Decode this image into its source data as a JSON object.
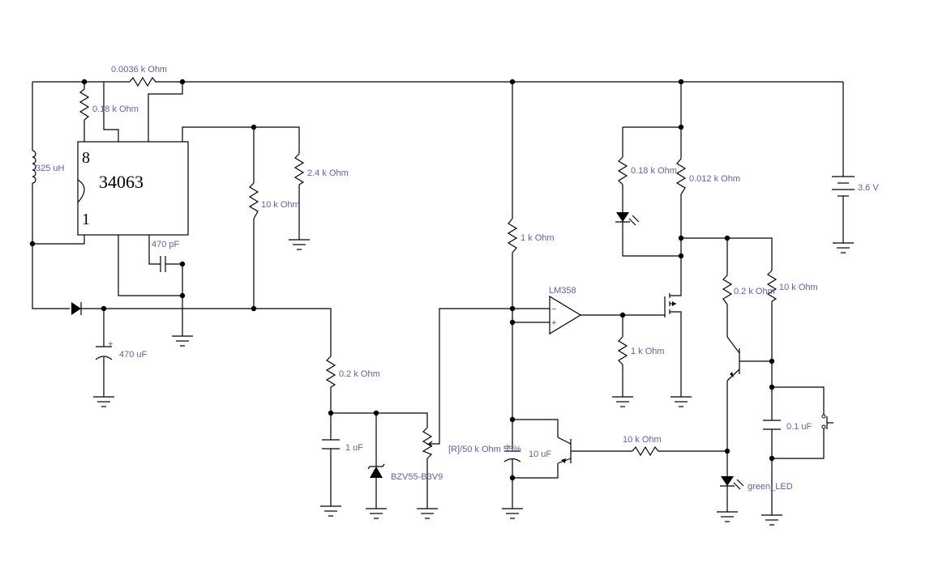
{
  "ic": {
    "part": "34063",
    "pin_top": "8",
    "pin_bottom": "1"
  },
  "labels": {
    "r_sense": "0.0036 k Ohm",
    "r_018_left": "0.18 k Ohm",
    "inductor": "325 uH",
    "cap_timing": "470 pF",
    "r_10k_fb": "10 k Ohm",
    "r_24k": "2.4 k Ohm",
    "cap_out": "470 uF",
    "r_02k_mid": "0.2 k Ohm",
    "cap_1uf": "1 uF",
    "zener": "BZV55-B3V9",
    "pot": "[R]/50 k Ohm 55%",
    "r_1k_top": "1 k Ohm",
    "opamp": "LM358",
    "r_1k_bot": "1 k Ohm",
    "cap_10uf": "10 uF",
    "r_10k_base": "10 k Ohm",
    "r_018_right": "0.18 k Ohm",
    "r_0012": "0.012 k Ohm",
    "r_02k_right": "0.2 k Ohm",
    "r_10k_right": "10 k Ohm",
    "cap_01uf": "0.1 uF",
    "green_led": "green_LED",
    "battery": "3.6 V"
  },
  "opamp_signs": {
    "minus": "−",
    "plus": "+"
  },
  "cap_plus": "+"
}
